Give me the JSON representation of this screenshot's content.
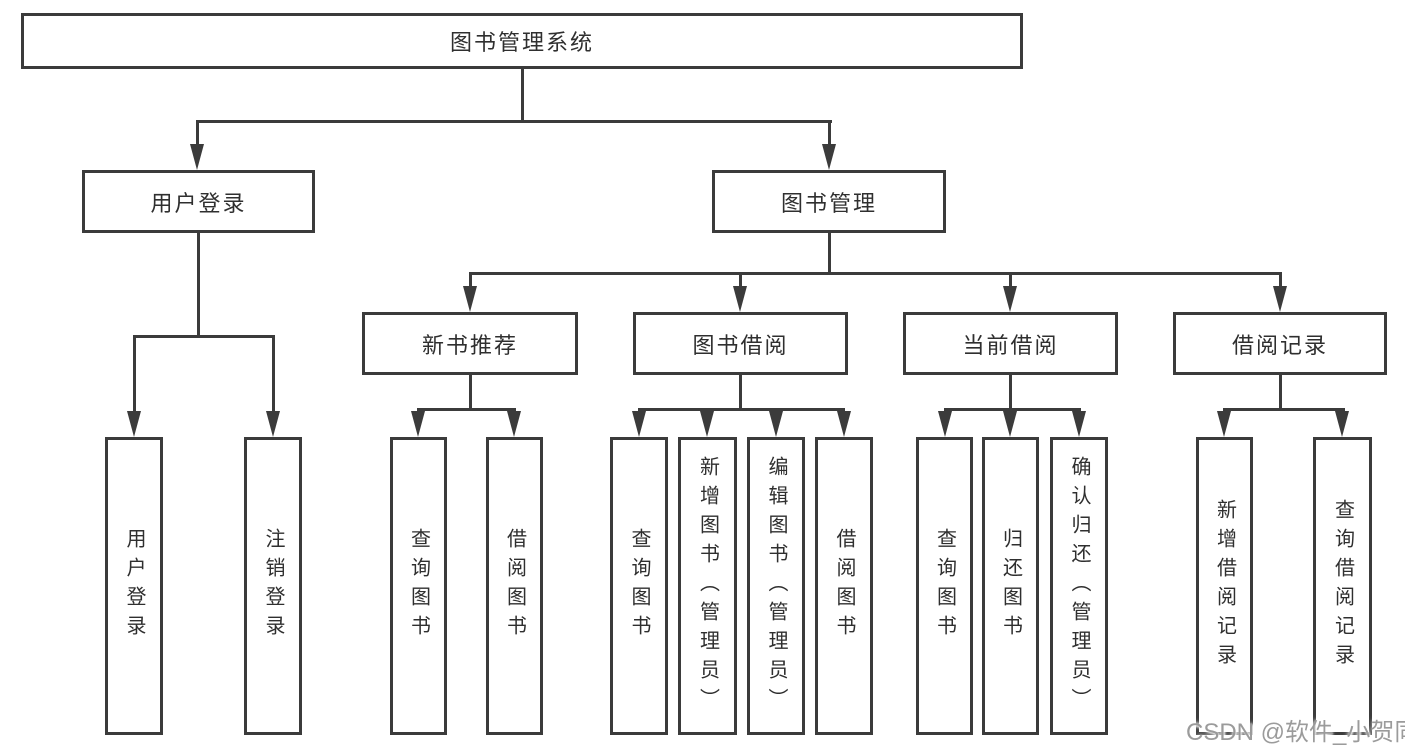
{
  "diagram_type": "hierarchy-tree",
  "tree": {
    "label": "图书管理系统",
    "children": [
      {
        "label": "用户登录",
        "children": [
          {
            "label": "用户登录"
          },
          {
            "label": "注销登录"
          }
        ]
      },
      {
        "label": "图书管理",
        "children": [
          {
            "label": "新书推荐",
            "children": [
              {
                "label": "查询图书"
              },
              {
                "label": "借阅图书"
              }
            ]
          },
          {
            "label": "图书借阅",
            "children": [
              {
                "label": "查询图书"
              },
              {
                "label": "新增图书（管理员）"
              },
              {
                "label": "编辑图书（管理员）"
              },
              {
                "label": "借阅图书"
              }
            ]
          },
          {
            "label": "当前借阅",
            "children": [
              {
                "label": "查询图书"
              },
              {
                "label": "归还图书"
              },
              {
                "label": "确认归还（管理员）"
              }
            ]
          },
          {
            "label": "借阅记录",
            "children": [
              {
                "label": "新增借阅记录"
              },
              {
                "label": "查询借阅记录"
              }
            ]
          }
        ]
      }
    ]
  },
  "watermark": {
    "text": "CSDN @软件_小贺同学"
  },
  "colors": {
    "line": "#3b3b3b",
    "text": "#2f2f2f",
    "background": "#ffffff",
    "watermark": "#969696"
  }
}
